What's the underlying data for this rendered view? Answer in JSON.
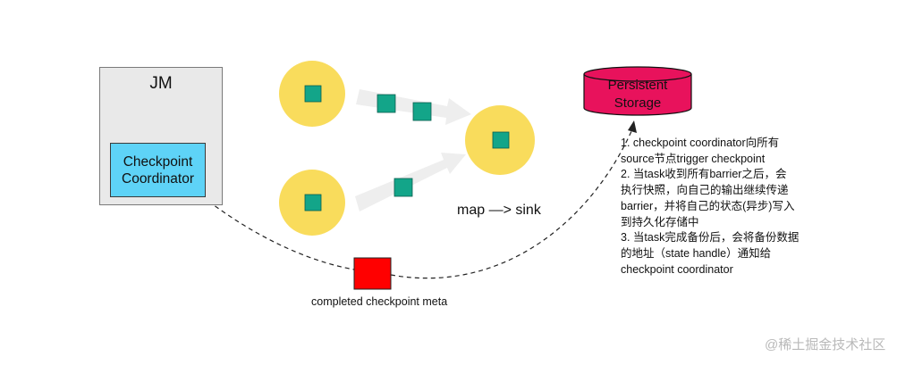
{
  "jm": {
    "title": "JM",
    "coordinator_lines": [
      "Checkpoint",
      "Coordinator"
    ]
  },
  "operators": {
    "label": "map —> sink"
  },
  "meta": {
    "label": "completed checkpoint meta"
  },
  "storage": {
    "lines": [
      "Persistent",
      "Storage"
    ]
  },
  "notes": [
    "1. checkpoint coordinator向所有",
    "source节点trigger checkpoint",
    "2. 当task收到所有barrier之后，会",
    "执行快照，向自己的输出继续传递",
    "barrier，并将自己的状态(异步)写入",
    "到持久化存储中",
    "3. 当task完成备份后，会将备份数据",
    "的地址（state handle）通知给",
    "checkpoint coordinator"
  ],
  "watermark": "@稀土掘金技术社区",
  "colors": {
    "node_fill": "#f9dc5c",
    "barrier_fill": "#13a589",
    "coordinator_fill": "#5ed3f7",
    "jm_fill": "#e9e9e9",
    "storage_fill": "#e8125c",
    "meta_fill": "#ff0000",
    "arrow_fill": "#eeeeee"
  }
}
